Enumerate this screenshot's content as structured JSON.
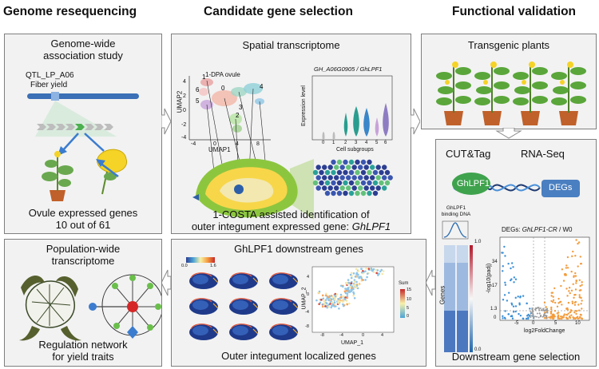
{
  "columns": {
    "left": "Genome resequencing",
    "middle": "Candidate gene selection",
    "right": "Functional validation"
  },
  "gwas": {
    "title_line1": "Genome-wide",
    "title_line2": "association study",
    "qtl_label": "QTL_LP_A06",
    "trait_label": "Fiber yield",
    "result_line1": "Ovule expressed genes",
    "result_line2": "10 out of 61"
  },
  "spatial": {
    "title": "Spatial transcriptome",
    "umap_title": "1-DPA ovule",
    "umap_ylabel": "UMAP2",
    "umap_xlabel": "UMAP1",
    "umap_xticks": [
      "-4",
      "0",
      "4",
      "8"
    ],
    "umap_yticks": [
      "4",
      "2",
      "0",
      "-2",
      "-4"
    ],
    "cluster_labels": [
      "1",
      "0",
      "6",
      "5",
      "3",
      "2",
      "4"
    ],
    "violin_title": "GH_A06G0905 / GhLPF1",
    "violin_ylabel": "Expression level",
    "violin_xlabel": "Cell subgroups",
    "violin_xticks": [
      "0",
      "1",
      "2",
      "3",
      "4",
      "5",
      "6"
    ],
    "caption_line1": "1-COSTA assisted identification of",
    "caption_line2_prefix": "outer integument expressed gene: ",
    "caption_gene": "GhLPF1"
  },
  "downstream": {
    "title": "GhLPF1 downstream genes",
    "colorbar_min": "0.0",
    "colorbar_max": "1.6",
    "umap_ylabel": "UMAP_2",
    "umap_xlabel": "UMAP_1",
    "umap_xticks": [
      "-8",
      "-4",
      "0",
      "4"
    ],
    "umap_yticks": [
      "4",
      "0",
      "-4",
      "-8"
    ],
    "legend_title": "Sum",
    "legend_ticks": [
      "15",
      "10",
      "5",
      "0"
    ],
    "caption": "Outer integument localized genes"
  },
  "population": {
    "title_line1": "Population-wide",
    "title_line2": "transcriptome",
    "caption_line1": "Regulation network",
    "caption_line2": "for yield traits"
  },
  "transgenic": {
    "title": "Transgenic plants"
  },
  "cuttag": {
    "label_cuttag": "CUT&Tag",
    "label_rnaseq": "RNA-Seq",
    "protein": "GhLPF1",
    "target": "DEGs",
    "binding_line1": "GhLPF1",
    "binding_line2": "binding DNA",
    "heatmap_ylabel": "Genes",
    "heatmap_max": "1.0",
    "heatmap_min": "0.0",
    "volcano_title_prefix": "DEGs: ",
    "volcano_title_gene": "GhLPF1-CR",
    "volcano_title_suffix": " / W0",
    "volcano_ylabel": "-log10(padj)",
    "volcano_xlabel": "log2FoldChange",
    "volcano_yticks": [
      "34",
      "17",
      "1.3",
      "0"
    ],
    "volcano_xticks": [
      "-5",
      "0",
      "5",
      "10"
    ],
    "caption": "Downstream gene selection"
  },
  "colors": {
    "panel_bg": "#f2f2f2",
    "panel_border": "#7f7f7f",
    "green": "#4caf50",
    "yellow": "#f5d327",
    "blue": "#3b6fb6",
    "red": "#d62728",
    "orange": "#ff9f40"
  },
  "icons": [
    "arrow-right-icon",
    "arrow-left-icon",
    "arrow-down-icon",
    "cotton-plant-icon",
    "cotton-boll-icon",
    "flower-icon",
    "ovule-icon",
    "dna-icon",
    "network-icon"
  ]
}
